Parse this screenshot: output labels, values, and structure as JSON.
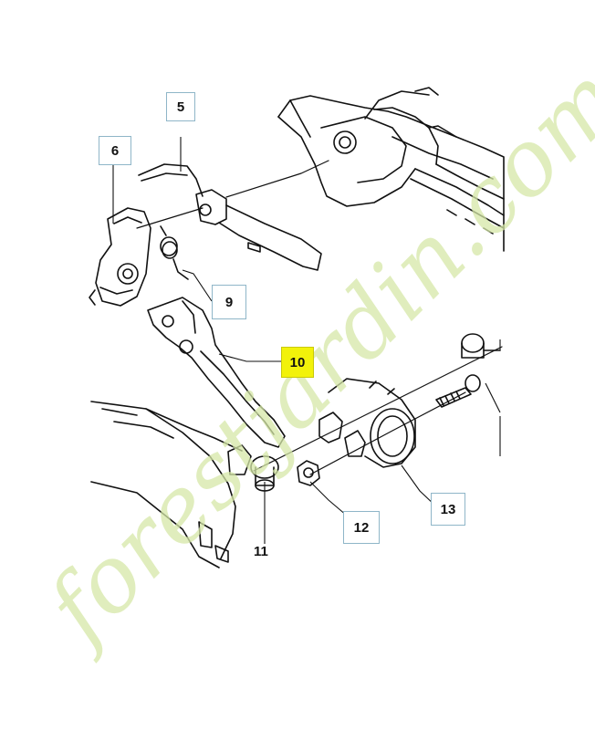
{
  "callouts": {
    "c5": "5",
    "c6": "6",
    "c9": "9",
    "c10": "10",
    "c11": "11",
    "c12": "12",
    "c13": "13"
  },
  "watermark": {
    "text": "forestjardin.com"
  },
  "colors": {
    "line": "#111111",
    "callout_border": "#8fb6c8",
    "highlight": "#f2f20a",
    "watermark": "#d6e8a8"
  }
}
